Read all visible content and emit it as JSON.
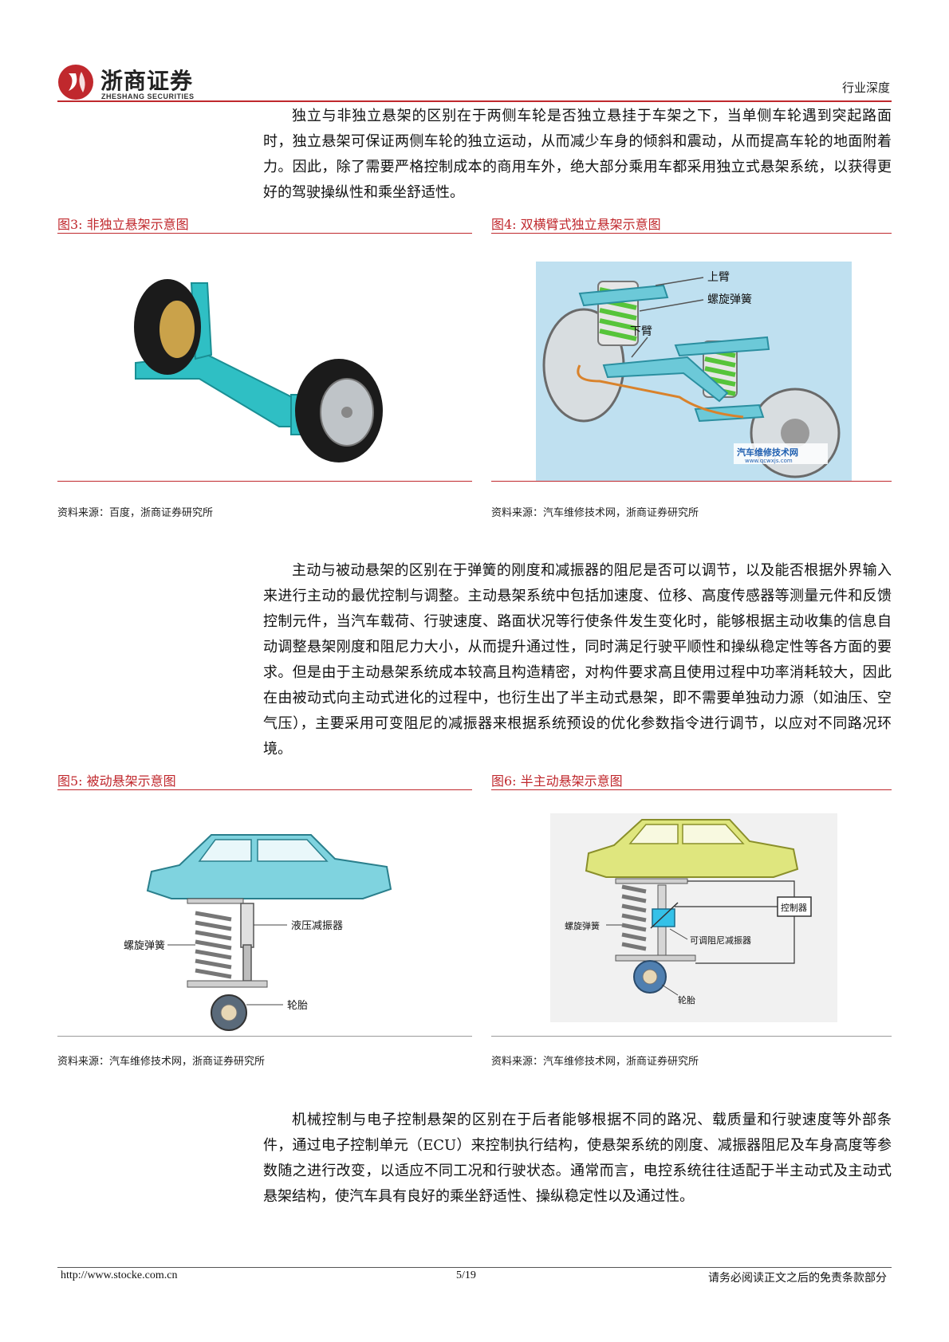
{
  "header": {
    "logo_cn": "浙商证券",
    "logo_en": "ZHESHANG SECURITIES",
    "doc_type": "行业深度",
    "brand_color": "#c0282d"
  },
  "paragraphs": [
    "独立与非独立悬架的区别在于两侧车轮是否独立悬挂于车架之下，当单侧车轮遇到突起路面时，独立悬架可保证两侧车轮的独立运动，从而减少车身的倾斜和震动，从而提高车轮的地面附着力。因此，除了需要严格控制成本的商用车外，绝大部分乘用车都采用独立式悬架系统，以获得更好的驾驶操纵性和乘坐舒适性。",
    "主动与被动悬架的区别在于弹簧的刚度和减振器的阻尼是否可以调节，以及能否根据外界输入来进行主动的最优控制与调整。主动悬架系统中包括加速度、位移、高度传感器等测量元件和反馈控制元件，当汽车载荷、行驶速度、路面状况等行使条件发生变化时，能够根据主动收集的信息自动调整悬架刚度和阻尼力大小，从而提升通过性，同时满足行驶平顺性和操纵稳定性等各方面的要求。但是由于主动悬架系统成本较高且构造精密，对构件要求高且使用过程中功率消耗较大，因此在由被动式向主动式进化的过程中，也衍生出了半主动式悬架，即不需要单独动力源（如油压、空气压），主要采用可变阻尼的减振器来根据系统预设的优化参数指令进行调节，以应对不同路况环境。",
    "机械控制与电子控制悬架的区别在于后者能够根据不同的路况、载质量和行驶速度等外部条件，通过电子控制单元（ECU）来控制执行结构，使悬架系统的刚度、减振器阻尼及车身高度等参数随之进行改变，以适应不同工况和行驶状态。通常而言，电控系统往往适配于半主动式及主动式悬架结构，使汽车具有良好的乘坐舒适性、操纵稳定性以及通过性。"
  ],
  "figures": {
    "fig3": {
      "title": "图3:  非独立悬架示意图",
      "source": "资料来源：百度，浙商证券研究所"
    },
    "fig4": {
      "title": "图4:  双横臂式独立悬架示意图",
      "source": "资料来源：汽车维修技术网，浙商证券研究所",
      "labels": {
        "upper_arm": "上臂",
        "coil_spring": "螺旋弹簧",
        "lower_arm": "下臂",
        "watermark": "汽车维修技术网",
        "watermark_url": "www.qcwxjs.com"
      }
    },
    "fig5": {
      "title": "图5:  被动悬架示意图",
      "source": "资料来源：汽车维修技术网，浙商证券研究所",
      "labels": {
        "coil_spring": "螺旋弹簧",
        "damper": "液压减振器",
        "tire": "轮胎"
      }
    },
    "fig6": {
      "title": "图6:  半主动悬架示意图",
      "source": "资料来源：汽车维修技术网，浙商证券研究所",
      "labels": {
        "coil_spring": "螺旋弹簧",
        "damper": "可调阻尼减振器",
        "controller": "控制器",
        "tire": "轮胎"
      }
    }
  },
  "footer": {
    "url": "http://www.stocke.com.cn",
    "page": "5/19",
    "notice": "请务必阅读正文之后的免责条款部分"
  }
}
